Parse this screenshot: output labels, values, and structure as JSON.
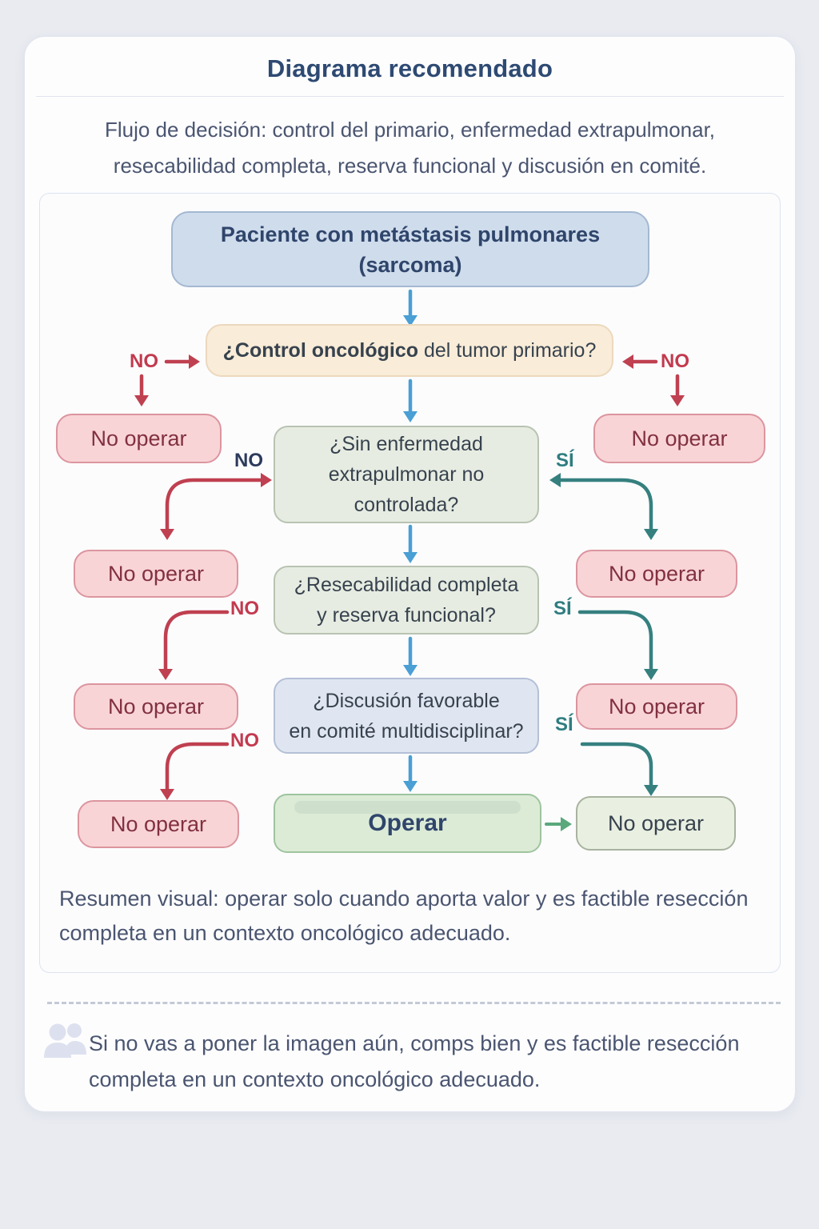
{
  "header": {
    "title": "Diagrama recomendado",
    "subtitle": "Flujo de decisión: control del primario, enfermedad extrapulmonar, resecabilidad completa, reserva funcional y discusión en comité."
  },
  "flowchart": {
    "start_line1": "Paciente con metástasis pulmonares",
    "start_line2": "(sarcoma)",
    "q1_bold": "¿Control oncológico",
    "q1_rest": "del tumor primario?",
    "q2_line1": "¿Sin enfermedad",
    "q2_line2": "extrapulmonar no",
    "q2_line3": "controlada?",
    "q3_line1": "¿Resecabilidad completa",
    "q3_line2": "y reserva funcional?",
    "q4_line1": "¿Discusión favorable",
    "q4_line2": "en comité multidisciplinar?",
    "operate_label": "Operar",
    "no_operate_label": "No operar",
    "no_label": "NO",
    "yes_label": "SÍ",
    "summary": "Resumen visual: operar solo cuando aporta valor y es factible resección completa en un contexto oncológico adecuado."
  },
  "footer": {
    "icon": "people-icon",
    "note": "Si no vas a poner la imagen aún, comps bien y es factible resección completa en un contexto oncológico adecuado."
  },
  "colors": {
    "page-bg": "#e9ebf1",
    "card-bg": "#fdfdfe",
    "card-border": "#e0e4ee",
    "panel-border": "#dde3ee",
    "title": "#2e4a73",
    "body-text": "#4a5570",
    "start-bg": "#cfdcec",
    "start-border": "#a4b8d1",
    "q1-bg": "#f9ecd8",
    "q1-border": "#ecd9bd",
    "qgreen-bg": "#e7ece2",
    "qgreen-border": "#b8c3b1",
    "qblue-bg": "#dfe6f1",
    "qblue-border": "#b4c0d6",
    "operar-bg": "#dcebd6",
    "operar-border": "#9fc49f",
    "pink-bg": "#f8d4d7",
    "pink-border": "#dc959e",
    "pink-text": "#82303f",
    "greenno-bg": "#e9efe1",
    "greenno-border": "#a8b39f",
    "dark-text": "#37424e",
    "navy-text": "#2f456b",
    "arrow-blue": "#4a9fd4",
    "arrow-red": "#bf4050",
    "arrow-teal": "#35807f",
    "arrow-green": "#5aa87c",
    "label-navy": "#2c3a5c",
    "label-red": "#c23a4e",
    "label-teal": "#2f7d80",
    "divider": "#c3c9d6",
    "icon": "#dde1ef"
  }
}
